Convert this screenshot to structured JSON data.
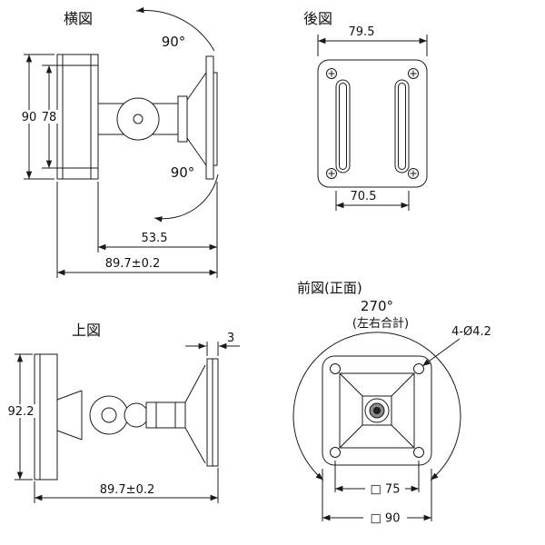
{
  "drawing": {
    "side_view": {
      "title": "横図",
      "angle_top": "90°",
      "angle_bottom": "90°",
      "dim_outer_height": "90",
      "dim_inner_height": "78",
      "dim_arm_depth": "53.5",
      "dim_total_depth": "89.7±0.2"
    },
    "rear_view": {
      "title": "後図",
      "dim_plate_width": "79.5",
      "dim_slot_span": "70.5"
    },
    "top_view": {
      "title": "上図",
      "dim_plate_thickness": "3",
      "dim_plate_height": "92.2",
      "dim_total_depth": "89.7±0.2"
    },
    "front_view": {
      "title": "前図(正面)",
      "angle_total": "270°",
      "angle_note": "(左右合計)",
      "holes_note": "4-Ø4.2",
      "dim_hole_pitch": "□ 75",
      "dim_plate_size": "□ 90"
    }
  }
}
